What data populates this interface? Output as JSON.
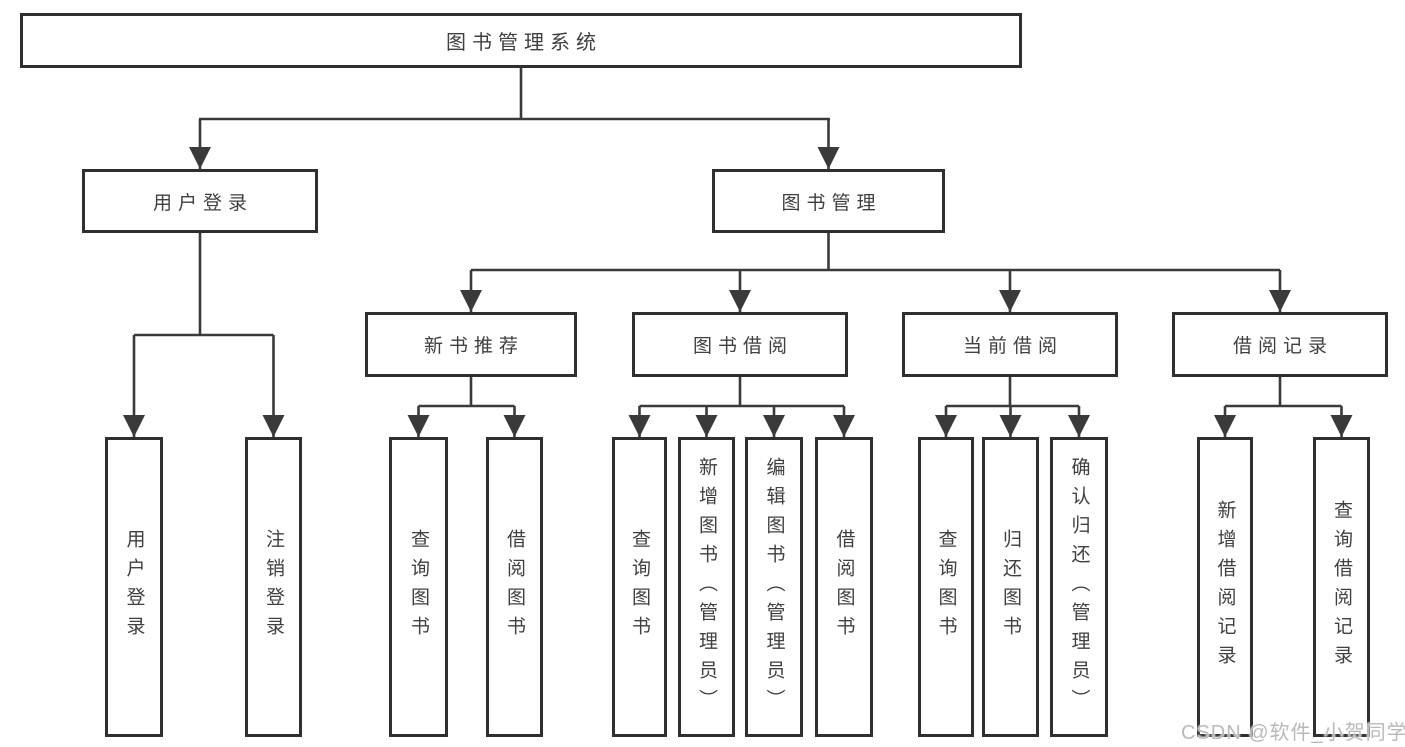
{
  "root": {
    "label": "图书管理系统"
  },
  "level2": [
    {
      "label": "用户登录"
    },
    {
      "label": "图书管理"
    }
  ],
  "level3": [
    {
      "label": "新书推荐"
    },
    {
      "label": "图书借阅"
    },
    {
      "label": "当前借阅"
    },
    {
      "label": "借阅记录"
    }
  ],
  "leaves": {
    "user_login": [
      {
        "label": "用户登录"
      },
      {
        "label": "注销登录"
      }
    ],
    "new_book_recommend": [
      {
        "label": "查询图书"
      },
      {
        "label": "借阅图书"
      }
    ],
    "book_borrowing": [
      {
        "label": "查询图书"
      },
      {
        "label": "新增图书（管理员）"
      },
      {
        "label": "编辑图书（管理员）"
      },
      {
        "label": "借阅图书"
      }
    ],
    "current_borrowing": [
      {
        "label": "查询图书"
      },
      {
        "label": "归还图书"
      },
      {
        "label": "确认归还（管理员）"
      }
    ],
    "borrowing_records": [
      {
        "label": "新增借阅记录"
      },
      {
        "label": "查询借阅记录"
      }
    ]
  },
  "watermark": {
    "text": "CSDN @软件_小贺同学"
  },
  "colors": {
    "line": "#3a3a3a",
    "box_border": "#2f2f2f",
    "text": "#404040",
    "watermark": "#b9b9b9",
    "background": "#ffffff"
  }
}
